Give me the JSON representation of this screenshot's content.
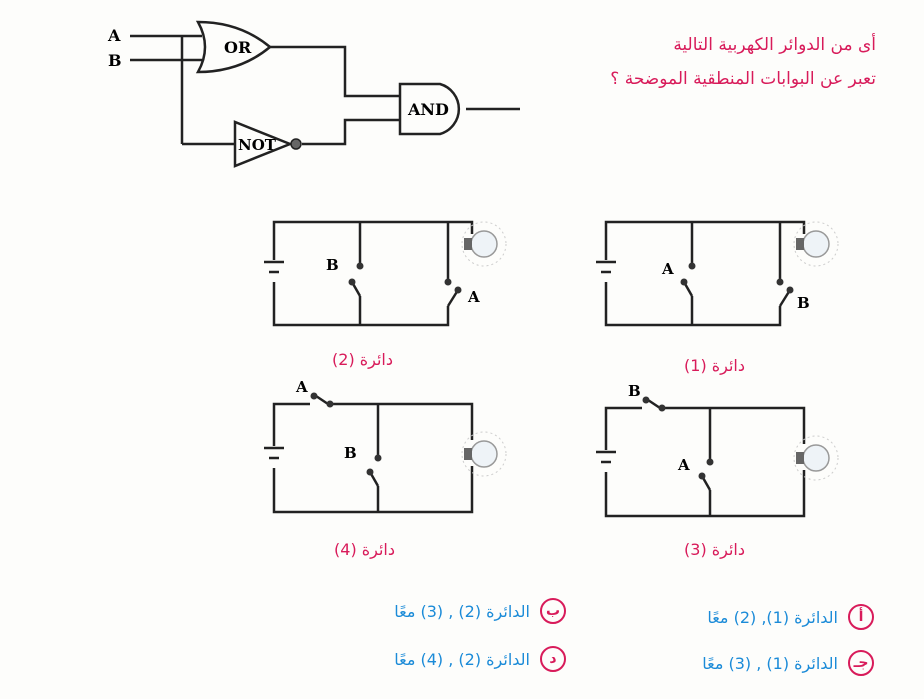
{
  "question": {
    "line1": "أى من الدوائر الكهربية التالية",
    "line2": "تعبر عن البوابات المنطقية الموضحة ؟"
  },
  "logic": {
    "input_a": "A",
    "input_b": "B",
    "or_gate": "OR",
    "not_gate": "NOT",
    "and_gate": "AND"
  },
  "circuits": [
    {
      "caption": "دائرة (1)",
      "switch_mid": "A",
      "switch_right": "B"
    },
    {
      "caption": "دائرة (2)",
      "switch_mid": "B",
      "switch_right": "A"
    },
    {
      "caption": "دائرة (3)",
      "switch_top": "B",
      "switch_mid": "A"
    },
    {
      "caption": "دائرة (4)",
      "switch_top": "A",
      "switch_mid": "B"
    }
  ],
  "options": [
    {
      "letter": "أ",
      "text": "الدائرة (1), (2) معًا"
    },
    {
      "letter": "ب",
      "text": "الدائرة (2) , (3) معًا"
    },
    {
      "letter": "جـ",
      "text": "الدائرة (1) , (3) معًا"
    },
    {
      "letter": "د",
      "text": "الدائرة (2) , (4) معًا"
    }
  ],
  "colors": {
    "accent": "#d81b5a",
    "option_text": "#1b8bd8",
    "line": "#222222"
  }
}
